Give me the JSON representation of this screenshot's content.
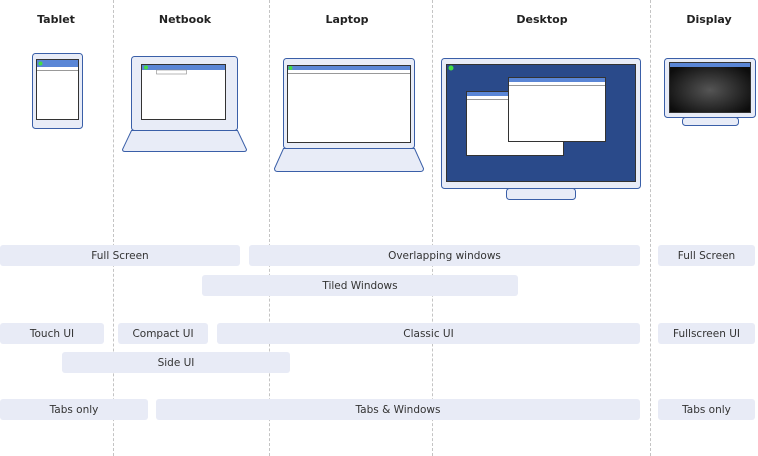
{
  "columns": [
    {
      "id": "tablet",
      "title": "Tablet"
    },
    {
      "id": "netbook",
      "title": "Netbook"
    },
    {
      "id": "laptop",
      "title": "Laptop"
    },
    {
      "id": "desktop",
      "title": "Desktop"
    },
    {
      "id": "display",
      "title": "Display"
    }
  ],
  "rows": {
    "window_mode": {
      "full_screen_left": "Full Screen",
      "overlapping": "Overlapping windows",
      "full_screen_right": "Full Screen",
      "tiled": "Tiled Windows"
    },
    "ui_style": {
      "touch": "Touch UI",
      "compact": "Compact UI",
      "classic": "Classic UI",
      "fullscreen": "Fullscreen UI",
      "side": "Side UI"
    },
    "tabs": {
      "tabs_only_left": "Tabs only",
      "tabs_windows": "Tabs & Windows",
      "tabs_only_right": "Tabs only"
    }
  },
  "colors": {
    "device_outline": "#3a5fa8",
    "device_fill": "#e8ecf7",
    "titlebar": "#5a86d6",
    "desktop_bg": "#2a4a8a",
    "status_dot": "#44dd44",
    "bar_bg": "#e8ebf6"
  }
}
